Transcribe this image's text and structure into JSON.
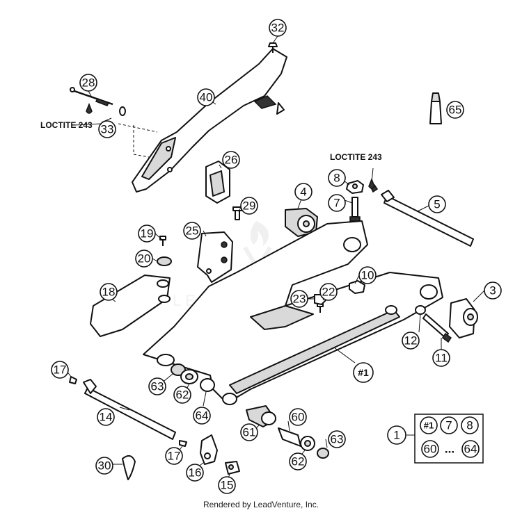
{
  "callouts": {
    "c32": "32",
    "c28": "28",
    "c40": "40",
    "c33": "33",
    "c65": "65",
    "c26": "26",
    "c8": "8",
    "c4": "4",
    "c7": "7",
    "c5": "5",
    "c29": "29",
    "c25": "25",
    "c19": "19",
    "c20": "20",
    "c18": "18",
    "c10": "10",
    "c22": "22",
    "c23": "23",
    "c3": "3",
    "c12": "12",
    "c11": "11",
    "c1main": "#1",
    "c17a": "17",
    "c63a": "63",
    "c62a": "62",
    "c64": "64",
    "c14": "14",
    "c60": "60",
    "c61": "61",
    "c63b": "63",
    "c62b": "62",
    "c17b": "17",
    "c30": "30",
    "c16": "16",
    "c15": "15",
    "c1kit": "1"
  },
  "kit_box": {
    "row1": [
      "#1",
      "7",
      "8"
    ],
    "row2": [
      "60",
      "...",
      "64"
    ]
  },
  "notes": {
    "loctite_left": "LOCTITE 243",
    "loctite_right": "LOCTITE 243"
  },
  "watermark": "LEADVENTURE",
  "footer": "Rendered by LeadVenture, Inc."
}
